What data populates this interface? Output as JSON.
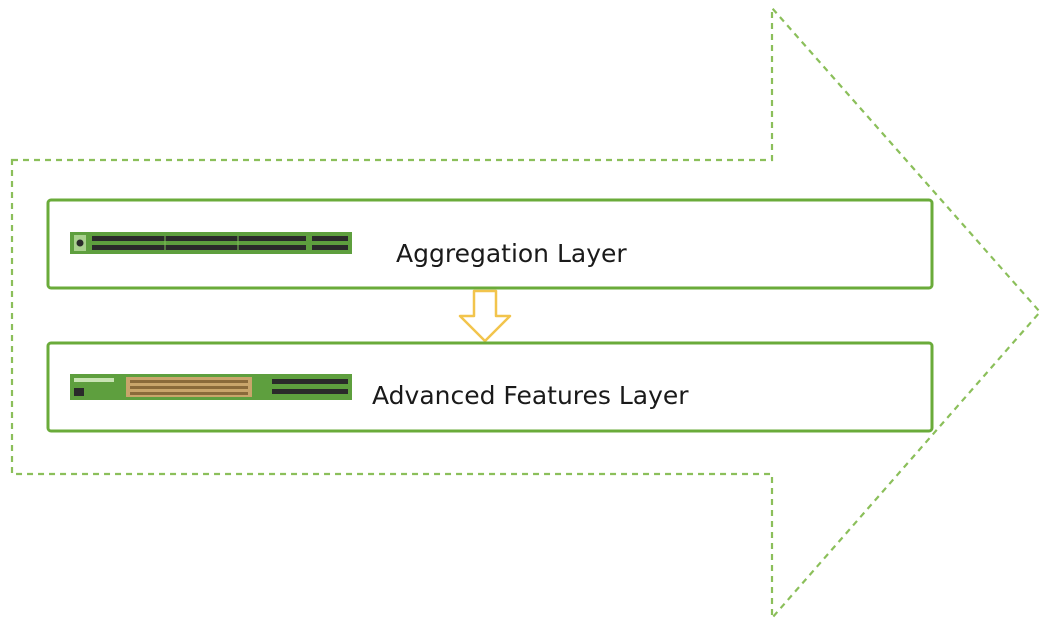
{
  "diagram": {
    "layers": [
      {
        "id": "aggregation",
        "label": "Aggregation Layer",
        "device": "switch-1u-sfp-icon"
      },
      {
        "id": "advanced",
        "label": "Advanced Features Layer",
        "device": "switch-1u-gpu-icon"
      }
    ],
    "connector": "down-arrow-icon",
    "container": "dashed-arrow-outline"
  },
  "colors": {
    "dashed_outline": "#8bbf5a",
    "layer_border": "#6aab3a",
    "connector_arrow": "#f2c44c",
    "device_body": "#5e9f3e",
    "device_ports": "#2a2a2a",
    "label_text": "#1a1a1a"
  }
}
